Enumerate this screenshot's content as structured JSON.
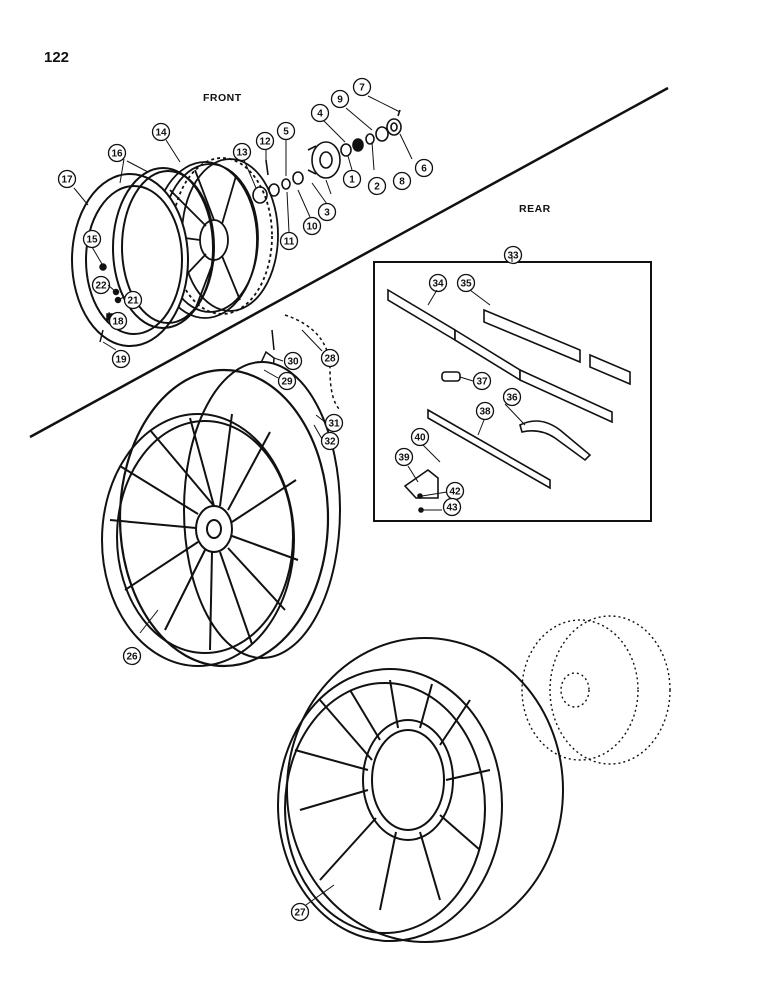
{
  "page_number": "122",
  "sections": {
    "front": "FRONT",
    "rear": "REAR"
  },
  "callouts": [
    "1",
    "2",
    "3",
    "4",
    "5",
    "6",
    "7",
    "8",
    "9",
    "10",
    "11",
    "12",
    "13",
    "14",
    "15",
    "16",
    "17",
    "18",
    "19",
    "21",
    "22",
    "26",
    "27",
    "28",
    "29",
    "30",
    "31",
    "32",
    "33",
    "34",
    "35",
    "36",
    "37",
    "38",
    "39",
    "40",
    "42",
    "43"
  ]
}
